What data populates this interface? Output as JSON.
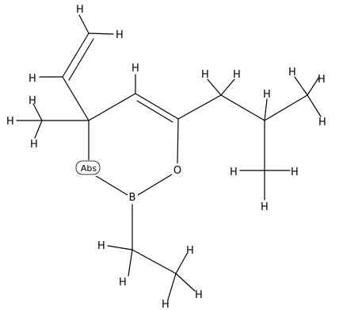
{
  "molecule": {
    "atoms": {
      "oxygen": "O",
      "boron": "B",
      "hydrogen": "H"
    },
    "stereo_label": "Abs"
  },
  "colors": {
    "line": "#000000",
    "background": "#ffffff"
  }
}
